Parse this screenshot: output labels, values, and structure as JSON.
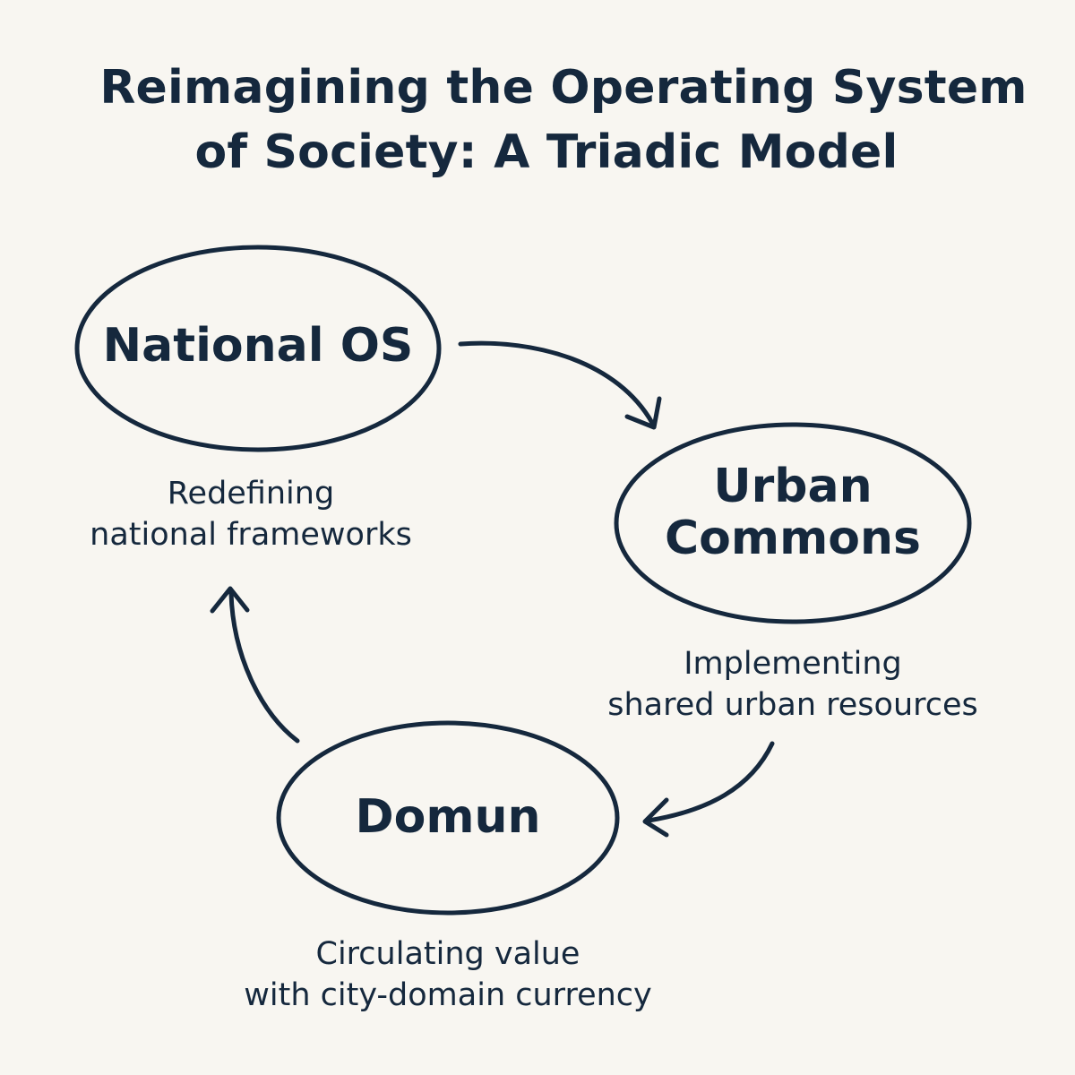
{
  "title": {
    "line1": "Reimagining the Operating System",
    "line2": "of Society: A Triadic Model"
  },
  "nodes": {
    "national": {
      "label": "National OS",
      "caption_line1": "Redefining",
      "caption_line2": "national frameworks"
    },
    "urban": {
      "label_line1": "Urban",
      "label_line2": "Commons",
      "caption_line1": "Implementing",
      "caption_line2": "shared urban resources"
    },
    "domun": {
      "label": "Domun",
      "caption_line1": "Circulating value",
      "caption_line2": "with city-domain currency"
    }
  },
  "colors": {
    "background": "#f8f6f1",
    "ink": "#15283d"
  }
}
